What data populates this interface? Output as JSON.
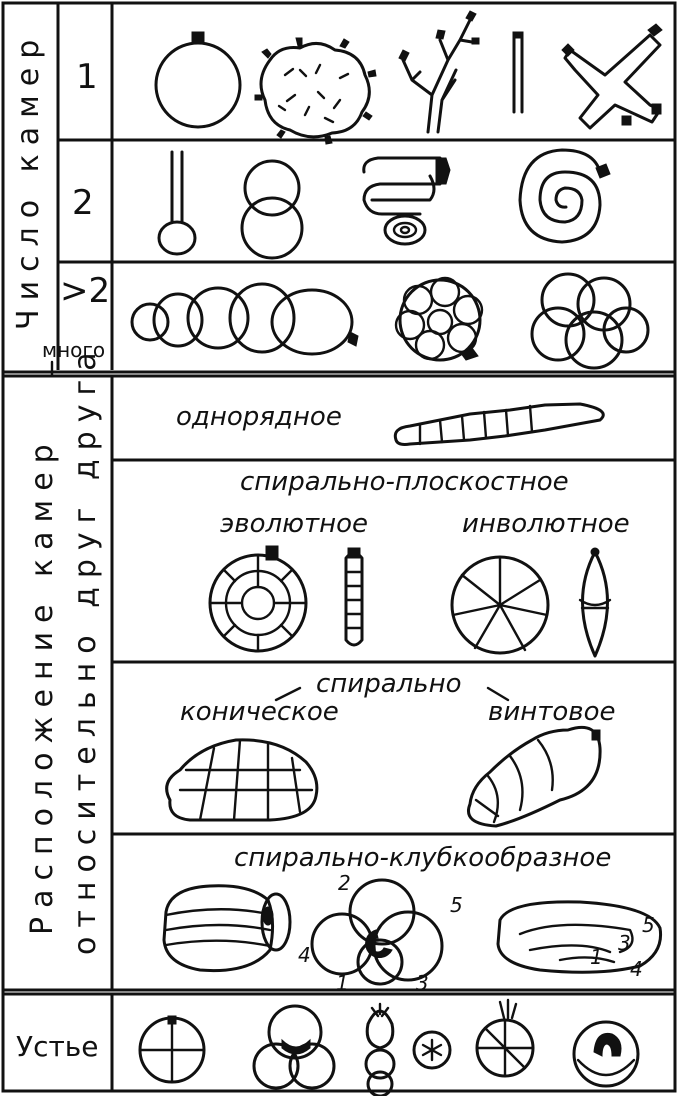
{
  "sections": {
    "chamber_count": {
      "label": "Число камер",
      "rows": [
        {
          "label": "1"
        },
        {
          "label": "2"
        },
        {
          "label": ">2"
        }
      ],
      "many_label": "много"
    },
    "arrangement": {
      "label_line1": "Расположение камер",
      "label_line2": "относительно друг друга",
      "rows": {
        "uniserial": "однорядное",
        "planispiral": "спирально-плоскостное",
        "evolute": "эволютное",
        "involute": "инволютное",
        "spiral": "спирально",
        "conical": "коническое",
        "helical": "винтовое",
        "glomerate": "спирально-клубкообразное",
        "mid_numbers": [
          "2",
          "5",
          "4",
          "1",
          "3"
        ],
        "right_numbers": [
          "5",
          "3",
          "1",
          "4"
        ]
      }
    },
    "aperture": {
      "label": "Устье"
    }
  }
}
